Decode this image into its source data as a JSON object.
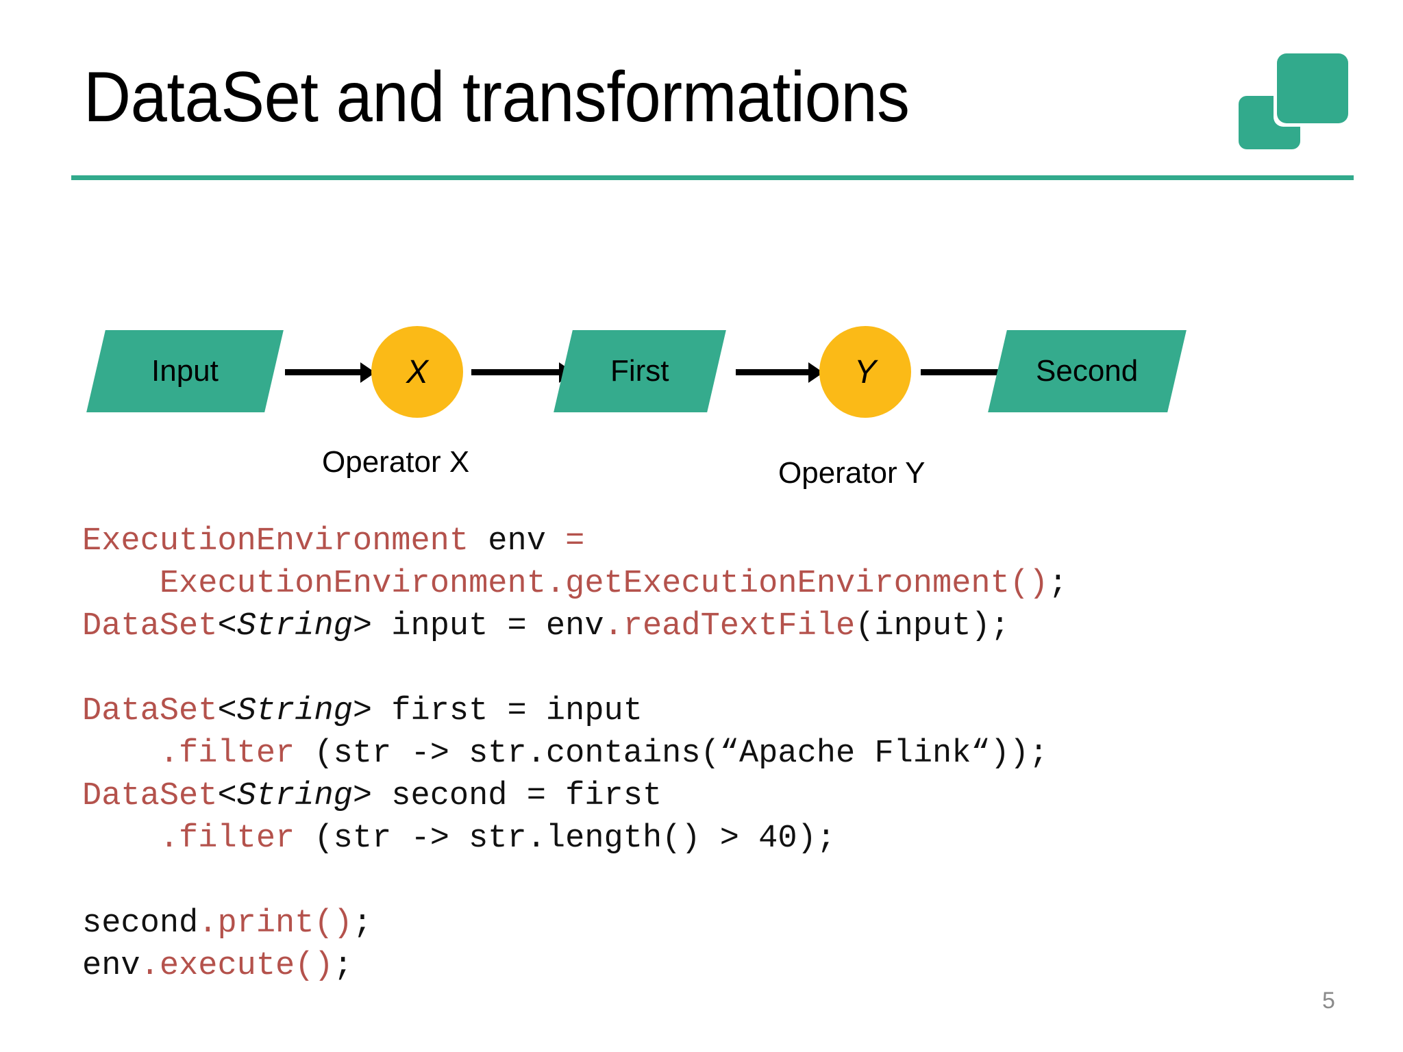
{
  "slide": {
    "title": "DataSet and transformations",
    "page_number": "5",
    "colors": {
      "teal": "#32aa8c",
      "node_teal": "#35ab8d",
      "operator_yellow": "#fbba17",
      "code_keyword_red": "#b4524c",
      "code_text_black": "#111111",
      "page_number_gray": "#8b8b8b",
      "background": "#ffffff"
    }
  },
  "logo": {
    "name": "apache-flink-squares-logo",
    "shapes": [
      "rounded-square-back",
      "rounded-square-front"
    ]
  },
  "diagram": {
    "dataset_nodes": [
      {
        "label": "Input"
      },
      {
        "label": "First"
      },
      {
        "label": "Second"
      }
    ],
    "operator_nodes": [
      {
        "label": "X",
        "caption": "Operator X"
      },
      {
        "label": "Y",
        "caption": "Operator Y"
      }
    ],
    "arrows": 4
  },
  "code": {
    "language": "java",
    "lines": [
      "ExecutionEnvironment env =",
      "    ExecutionEnvironment.getExecutionEnvironment();",
      "DataSet<String> input = env.readTextFile(input);",
      "",
      "DataSet<String> first = input",
      "    .filter (str -> str.contains(“Apache Flink“));",
      "DataSet<String> second = first",
      "    .filter (str -> str.length() > 40);",
      "",
      "second.print();",
      "env.execute();"
    ],
    "tokens": {
      "l1_type": "ExecutionEnvironment",
      "l1_var": " env ",
      "l1_eq": "=",
      "l2_indent": "    ",
      "l2_call": "ExecutionEnvironment.getExecutionEnvironment()",
      "l2_semi": ";",
      "l3_type": "DataSet",
      "l3_generic": "<String>",
      "l3_mid": " input = env",
      "l3_method": ".readTextFile",
      "l3_args": "(input);",
      "l5_type": "DataSet",
      "l5_generic": "<String>",
      "l5_rest": " first = input",
      "l6_indent": "    ",
      "l6_method": ".filter",
      "l6_rest": " (str -> str.contains(“Apache Flink“));",
      "l7_type": "DataSet",
      "l7_generic": "<String>",
      "l7_rest": " second = first",
      "l8_indent": "    ",
      "l8_method": ".filter",
      "l8_rest": " (str -> str.length() > 40);",
      "l10_obj": "second",
      "l10_method": ".print()",
      "l10_semi": ";",
      "l11_obj": "env",
      "l11_method": ".execute()",
      "l11_semi": ";"
    }
  }
}
